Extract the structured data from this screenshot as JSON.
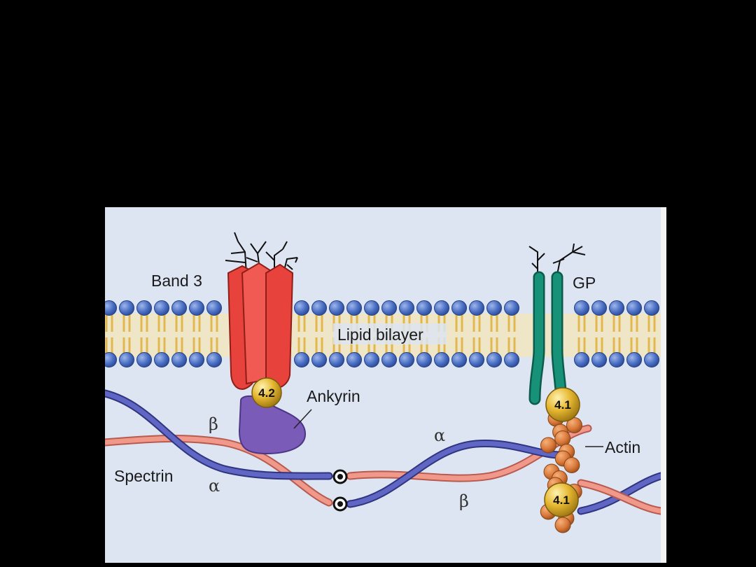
{
  "diagram": {
    "labels": {
      "band3": "Band 3",
      "gp": "GP",
      "lipid_bilayer": "Lipid bilayer",
      "ankyrin": "Ankyrin",
      "spectrin": "Spectrin",
      "actin": "Actin",
      "beta_left": "β",
      "alpha_left": "α",
      "alpha_right": "α",
      "beta_right": "β",
      "protein_42": "4.2",
      "protein_41_top": "4.1",
      "protein_41_bottom": "4.1"
    },
    "colors": {
      "background": "#000000",
      "panel": "#dde4f2",
      "lipid_head": "#4a6fc4",
      "lipid_tail": "#e8c56a",
      "band3": "#e8423c",
      "gp": "#179178",
      "ankyrin": "#7a5cb8",
      "spectrin_alpha": "#e88a7c",
      "spectrin_beta": "#5158b8",
      "protein_4x": "#e6b832",
      "actin": "#d9793a"
    }
  }
}
